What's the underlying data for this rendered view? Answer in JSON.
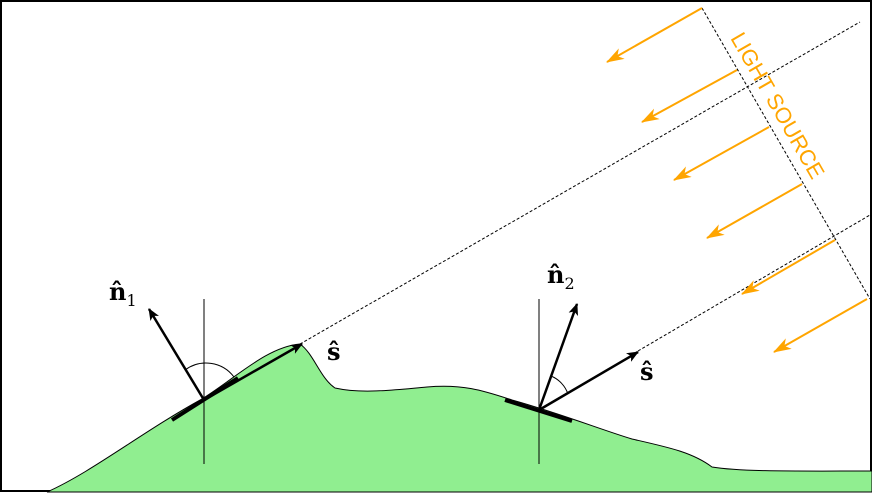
{
  "labels": {
    "n1": "n̂",
    "n1_sub": "1",
    "n2": "n̂",
    "n2_sub": "2",
    "s_left": "ŝ",
    "s_right": "ŝ",
    "light_source": "LIGHT SOURCE"
  },
  "colors": {
    "terrain_fill": "#90ee90",
    "light": "#ffa500",
    "vector": "#000000",
    "border": "#000000"
  }
}
